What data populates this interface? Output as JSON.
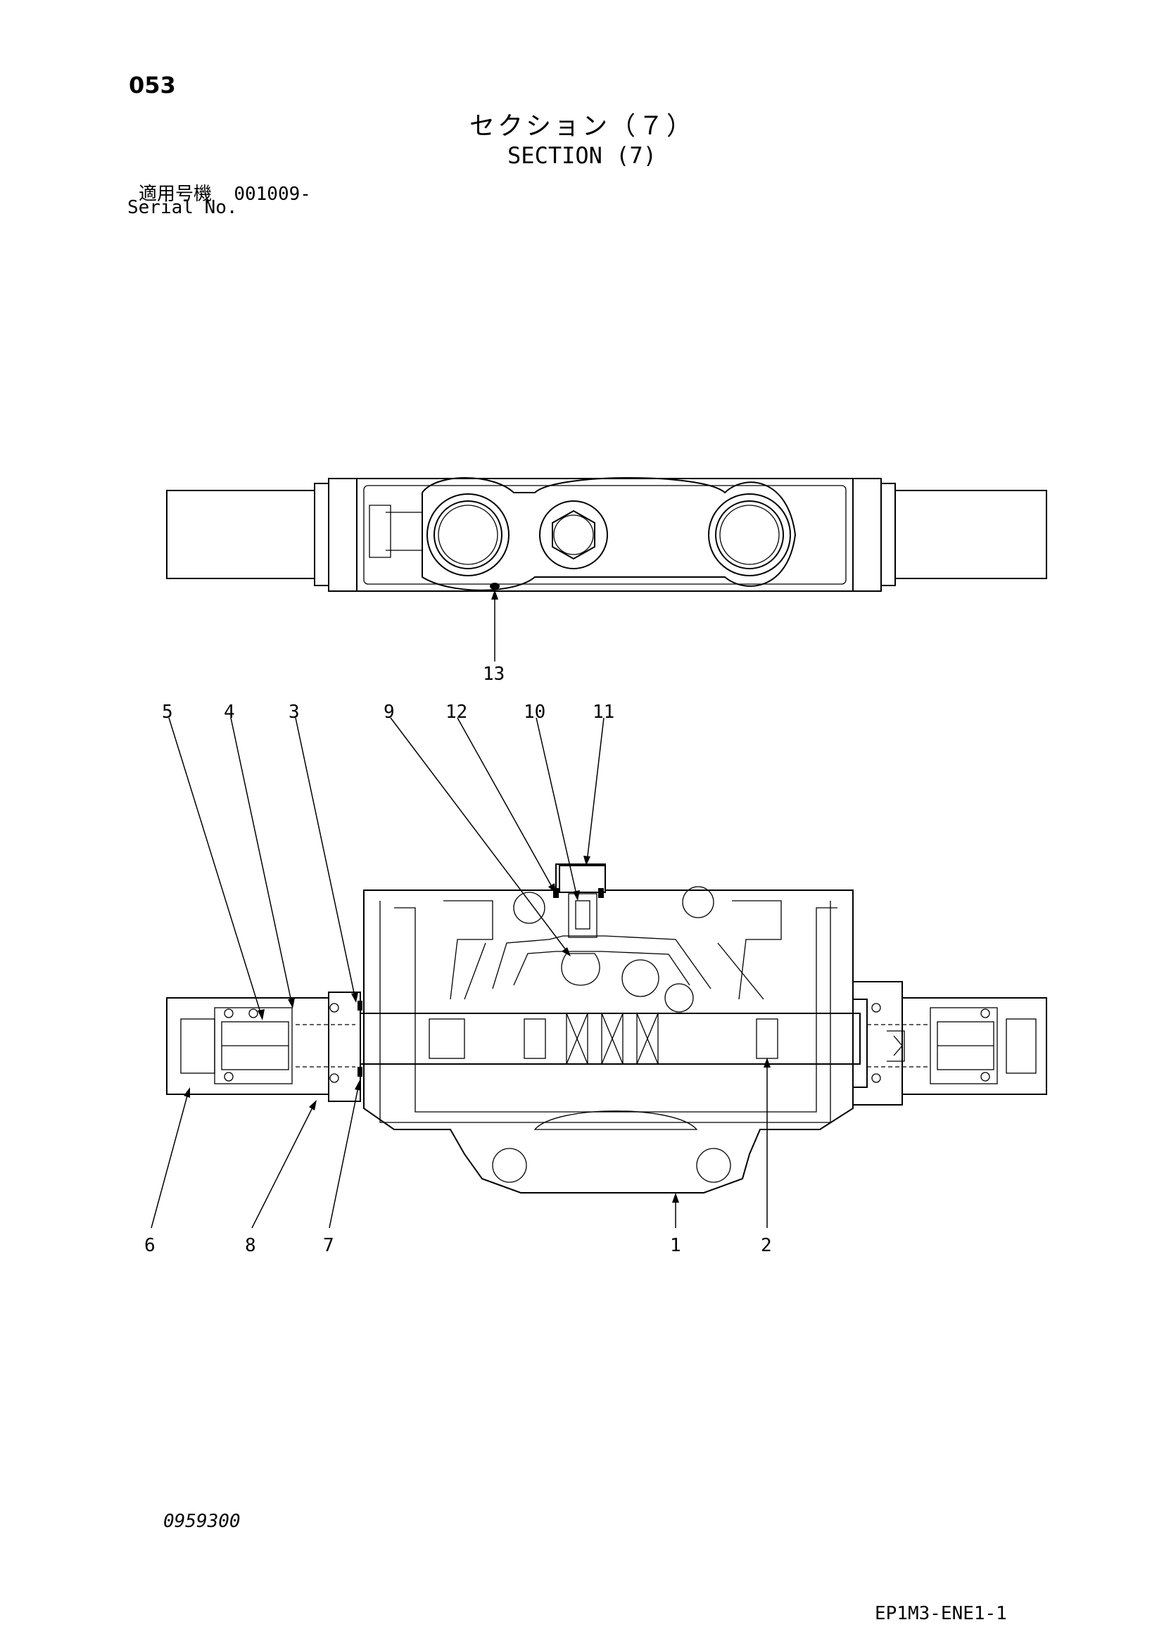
{
  "header": {
    "page_number": "053",
    "title_jp": "セクション（７）",
    "title_en": "SECTION (7)",
    "serial_label_jp": "適用号機",
    "serial_value": "001009-",
    "serial_label_en": "Serial No."
  },
  "callouts": [
    "1",
    "2",
    "3",
    "4",
    "5",
    "6",
    "7",
    "8",
    "9",
    "10",
    "11",
    "12",
    "13"
  ],
  "footer": {
    "drawing_number": "0959300",
    "doc_code": "EP1M3-ENE1-1"
  }
}
